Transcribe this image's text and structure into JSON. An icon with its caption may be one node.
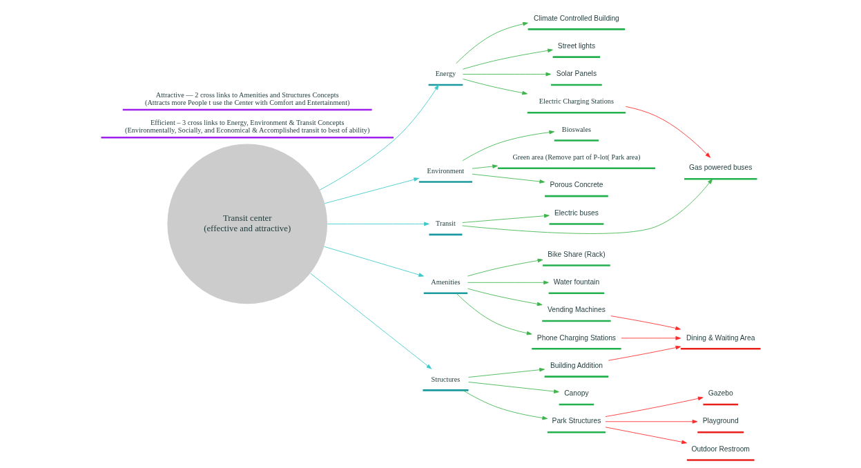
{
  "diagram": {
    "nodes": [
      {
        "text": [
          "Transit center",
          "(effective and attractive)"
        ]
      },
      {
        "text": [
          "Energy"
        ]
      },
      {
        "text": [
          "Climate Controlled Building"
        ]
      },
      {
        "text": [
          "Street lights"
        ]
      },
      {
        "text": [
          "Solar Panels"
        ]
      },
      {
        "text": [
          "Electric Charging Stations"
        ]
      },
      {
        "text": [
          "Environment"
        ]
      },
      {
        "text": [
          "Bioswales"
        ]
      },
      {
        "text": [
          "Green area (Remove part of P-lot( Park area)"
        ]
      },
      {
        "text": [
          "Porous Concrete"
        ]
      },
      {
        "text": [
          "Transit"
        ]
      },
      {
        "text": [
          "Electric buses"
        ]
      },
      {
        "text": [
          "Gas powered buses"
        ]
      },
      {
        "text": [
          "Amenities"
        ]
      },
      {
        "text": [
          "Bike Share (Rack)"
        ]
      },
      {
        "text": [
          "Water fountain"
        ]
      },
      {
        "text": [
          "Vending Machines"
        ]
      },
      {
        "text": [
          "Phone Charging Stations"
        ]
      },
      {
        "text": [
          "Structures"
        ]
      },
      {
        "text": [
          "Building Addition"
        ]
      },
      {
        "text": [
          "Dining & Waiting Area"
        ]
      },
      {
        "text": [
          "Canopy"
        ]
      },
      {
        "text": [
          "Park Structures"
        ]
      },
      {
        "text": [
          "Gazebo"
        ]
      },
      {
        "text": [
          "Playground"
        ]
      },
      {
        "text": [
          "Outdoor Restroom"
        ]
      },
      {
        "text": [
          "Efficient – 3 cross links to Energy, Environment & Transit Concepts",
          "(Environmentally, Socially, and Economical & Accomplished transit to best of ability)"
        ]
      },
      {
        "text": [
          "Attractive — 2 cross links to Amenities and Structures Concepts",
          "(Attracts more People t use the Center with Comfort and Entertainment)"
        ]
      }
    ],
    "edges": [
      {
        "from": 0,
        "to": 1,
        "arrow": "to",
        "color": "#3cc8c8"
      },
      {
        "from": 1,
        "to": 2,
        "arrow": "to"
      },
      {
        "from": 1,
        "to": 3,
        "arrow": "to"
      },
      {
        "from": 1,
        "to": 4,
        "arrow": "to"
      },
      {
        "from": 1,
        "to": 5,
        "arrow": "to"
      },
      {
        "from": 0,
        "to": 6,
        "arrow": "to",
        "color": "#3cc8c8"
      },
      {
        "from": 6,
        "to": 7,
        "arrow": "to"
      },
      {
        "from": 6,
        "to": 8,
        "arrow": "to"
      },
      {
        "from": 6,
        "to": 9,
        "arrow": "to"
      },
      {
        "from": 0,
        "to": 10,
        "arrow": "to",
        "color": "#3cc8c8"
      },
      {
        "from": 10,
        "to": 11,
        "arrow": "to"
      },
      {
        "from": 10,
        "to": 12,
        "arrow": "to"
      },
      {
        "from": 5,
        "to": 12,
        "arrow": "to",
        "color": "#ff2a2a"
      },
      {
        "from": 0,
        "to": 13,
        "arrow": "to",
        "color": "#3cc8c8"
      },
      {
        "from": 13,
        "to": 14,
        "arrow": "to"
      },
      {
        "from": 13,
        "to": 15,
        "arrow": "to"
      },
      {
        "from": 13,
        "to": 16,
        "arrow": "to"
      },
      {
        "from": 13,
        "to": 17,
        "arrow": "to"
      },
      {
        "from": 0,
        "to": 18,
        "arrow": "to",
        "color": "#3cc8c8"
      },
      {
        "from": 18,
        "to": 19,
        "arrow": "to"
      },
      {
        "from": 18,
        "to": 21,
        "arrow": "to"
      },
      {
        "from": 18,
        "to": 22,
        "arrow": "to"
      },
      {
        "from": 19,
        "to": 20,
        "arrow": "to",
        "color": "#ff2a2a"
      },
      {
        "from": 16,
        "to": 20,
        "arrow": "to",
        "color": "#ff2a2a"
      },
      {
        "from": 17,
        "to": 20,
        "arrow": "to",
        "color": "#ff2a2a"
      },
      {
        "from": 22,
        "to": 23,
        "arrow": "to",
        "color": "#ff2a2a"
      },
      {
        "from": 22,
        "to": 24,
        "arrow": "to",
        "color": "#ff2a2a"
      },
      {
        "from": 22,
        "to": 25,
        "arrow": "to",
        "color": "#ff2a2a"
      }
    ]
  }
}
